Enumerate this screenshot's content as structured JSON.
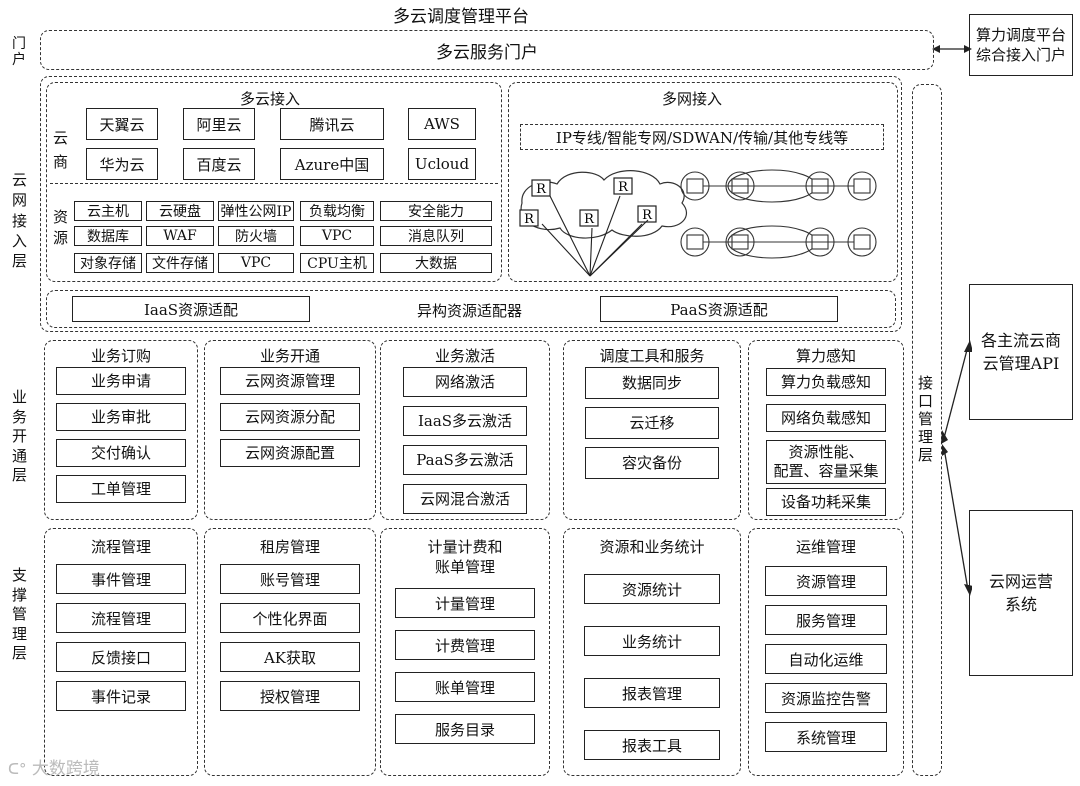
{
  "title": "多云调度管理平台",
  "portal": {
    "side_label": "门户",
    "main": "多云服务门户",
    "ext": "算力调度平台\n综合接入门户"
  },
  "access_layer": {
    "side_label": "云网接入层",
    "multi_cloud": {
      "title": "多云接入",
      "vendor_label": "云商",
      "vendors": [
        "天翼云",
        "阿里云",
        "腾讯云",
        "AWS",
        "华为云",
        "百度云",
        "Azure中国",
        "Ucloud"
      ],
      "resource_label": "资源",
      "resources": [
        "云主机",
        "云硬盘",
        "弹性公网IP",
        "负载均衡",
        "安全能力",
        "数据库",
        "WAF",
        "防火墙",
        "VPC",
        "消息队列",
        "对象存储",
        "文件存储",
        "VPC",
        "CPU主机",
        "大数据"
      ]
    },
    "multi_net": {
      "title": "多网接入",
      "bar": "IP专线/智能专网/SDWAN/传输/其他专线等",
      "router_label": "R"
    },
    "adapter": {
      "iaas": "IaaS资源适配",
      "middle": "异构资源适配器",
      "paas": "PaaS资源适配"
    }
  },
  "biz_layer": {
    "side_label": "业务开通层",
    "groups": [
      {
        "title": "业务订购",
        "items": [
          "业务申请",
          "业务审批",
          "交付确认",
          "工单管理"
        ]
      },
      {
        "title": "业务开通",
        "items": [
          "云网资源管理",
          "云网资源分配",
          "云网资源配置"
        ]
      },
      {
        "title": "业务激活",
        "items": [
          "网络激活",
          "IaaS多云激活",
          "PaaS多云激活",
          "云网混合激活"
        ]
      },
      {
        "title": "调度工具和服务",
        "items": [
          "数据同步",
          "云迁移",
          "容灾备份"
        ]
      },
      {
        "title": "算力感知",
        "items": [
          "算力负载感知",
          "网络负载感知",
          "资源性能、\n配置、容量采集",
          "设备功耗采集"
        ]
      }
    ]
  },
  "support_layer": {
    "side_label": "支撑管理层",
    "groups": [
      {
        "title": "流程管理",
        "items": [
          "事件管理",
          "流程管理",
          "反馈接口",
          "事件记录"
        ]
      },
      {
        "title": "租房管理",
        "items": [
          "账号管理",
          "个性化界面",
          "AK获取",
          "授权管理"
        ]
      },
      {
        "title": "计量计费和\n账单管理",
        "items": [
          "计量管理",
          "计费管理",
          "账单管理",
          "服务目录"
        ]
      },
      {
        "title": "资源和业务统计",
        "items": [
          "资源统计",
          "业务统计",
          "报表管理",
          "报表工具"
        ]
      },
      {
        "title": "运维管理",
        "items": [
          "资源管理",
          "服务管理",
          "自动化运维",
          "资源监控告警",
          "系统管理"
        ]
      }
    ]
  },
  "interface_layer": {
    "side_label": "接口管理层"
  },
  "external": {
    "cloud_api": "各主流云商\n云管理API",
    "ops": "云网运营\n系统"
  },
  "watermark": "大数跨境"
}
